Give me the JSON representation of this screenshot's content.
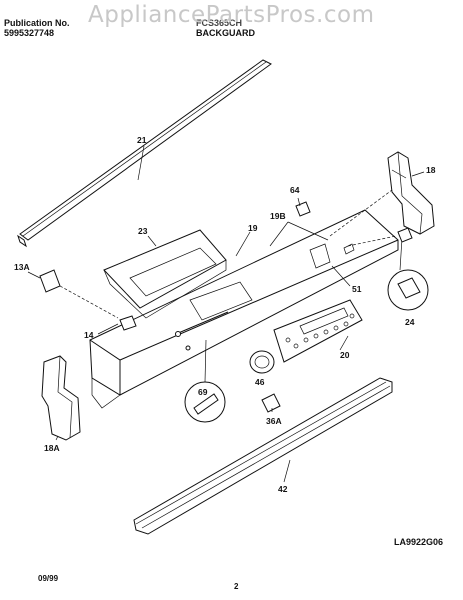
{
  "header": {
    "publication_label": "Publication No.",
    "publication_number": "5995327748",
    "model": "FCS365CH",
    "section": "BACKGUARD"
  },
  "watermark": "AppliancePartsPros.com",
  "footer": {
    "date": "09/99",
    "page": "2",
    "diagram_code": "LA9922G06"
  },
  "callouts": {
    "c21": "21",
    "c18": "18",
    "c64": "64",
    "c19b": "19B",
    "c23": "23",
    "c19": "19",
    "c13a": "13A",
    "c51": "51",
    "c24": "24",
    "c14": "14",
    "c20": "20",
    "c46": "46",
    "c69": "69",
    "c36a": "36A",
    "c18a": "18A",
    "c42": "42"
  }
}
